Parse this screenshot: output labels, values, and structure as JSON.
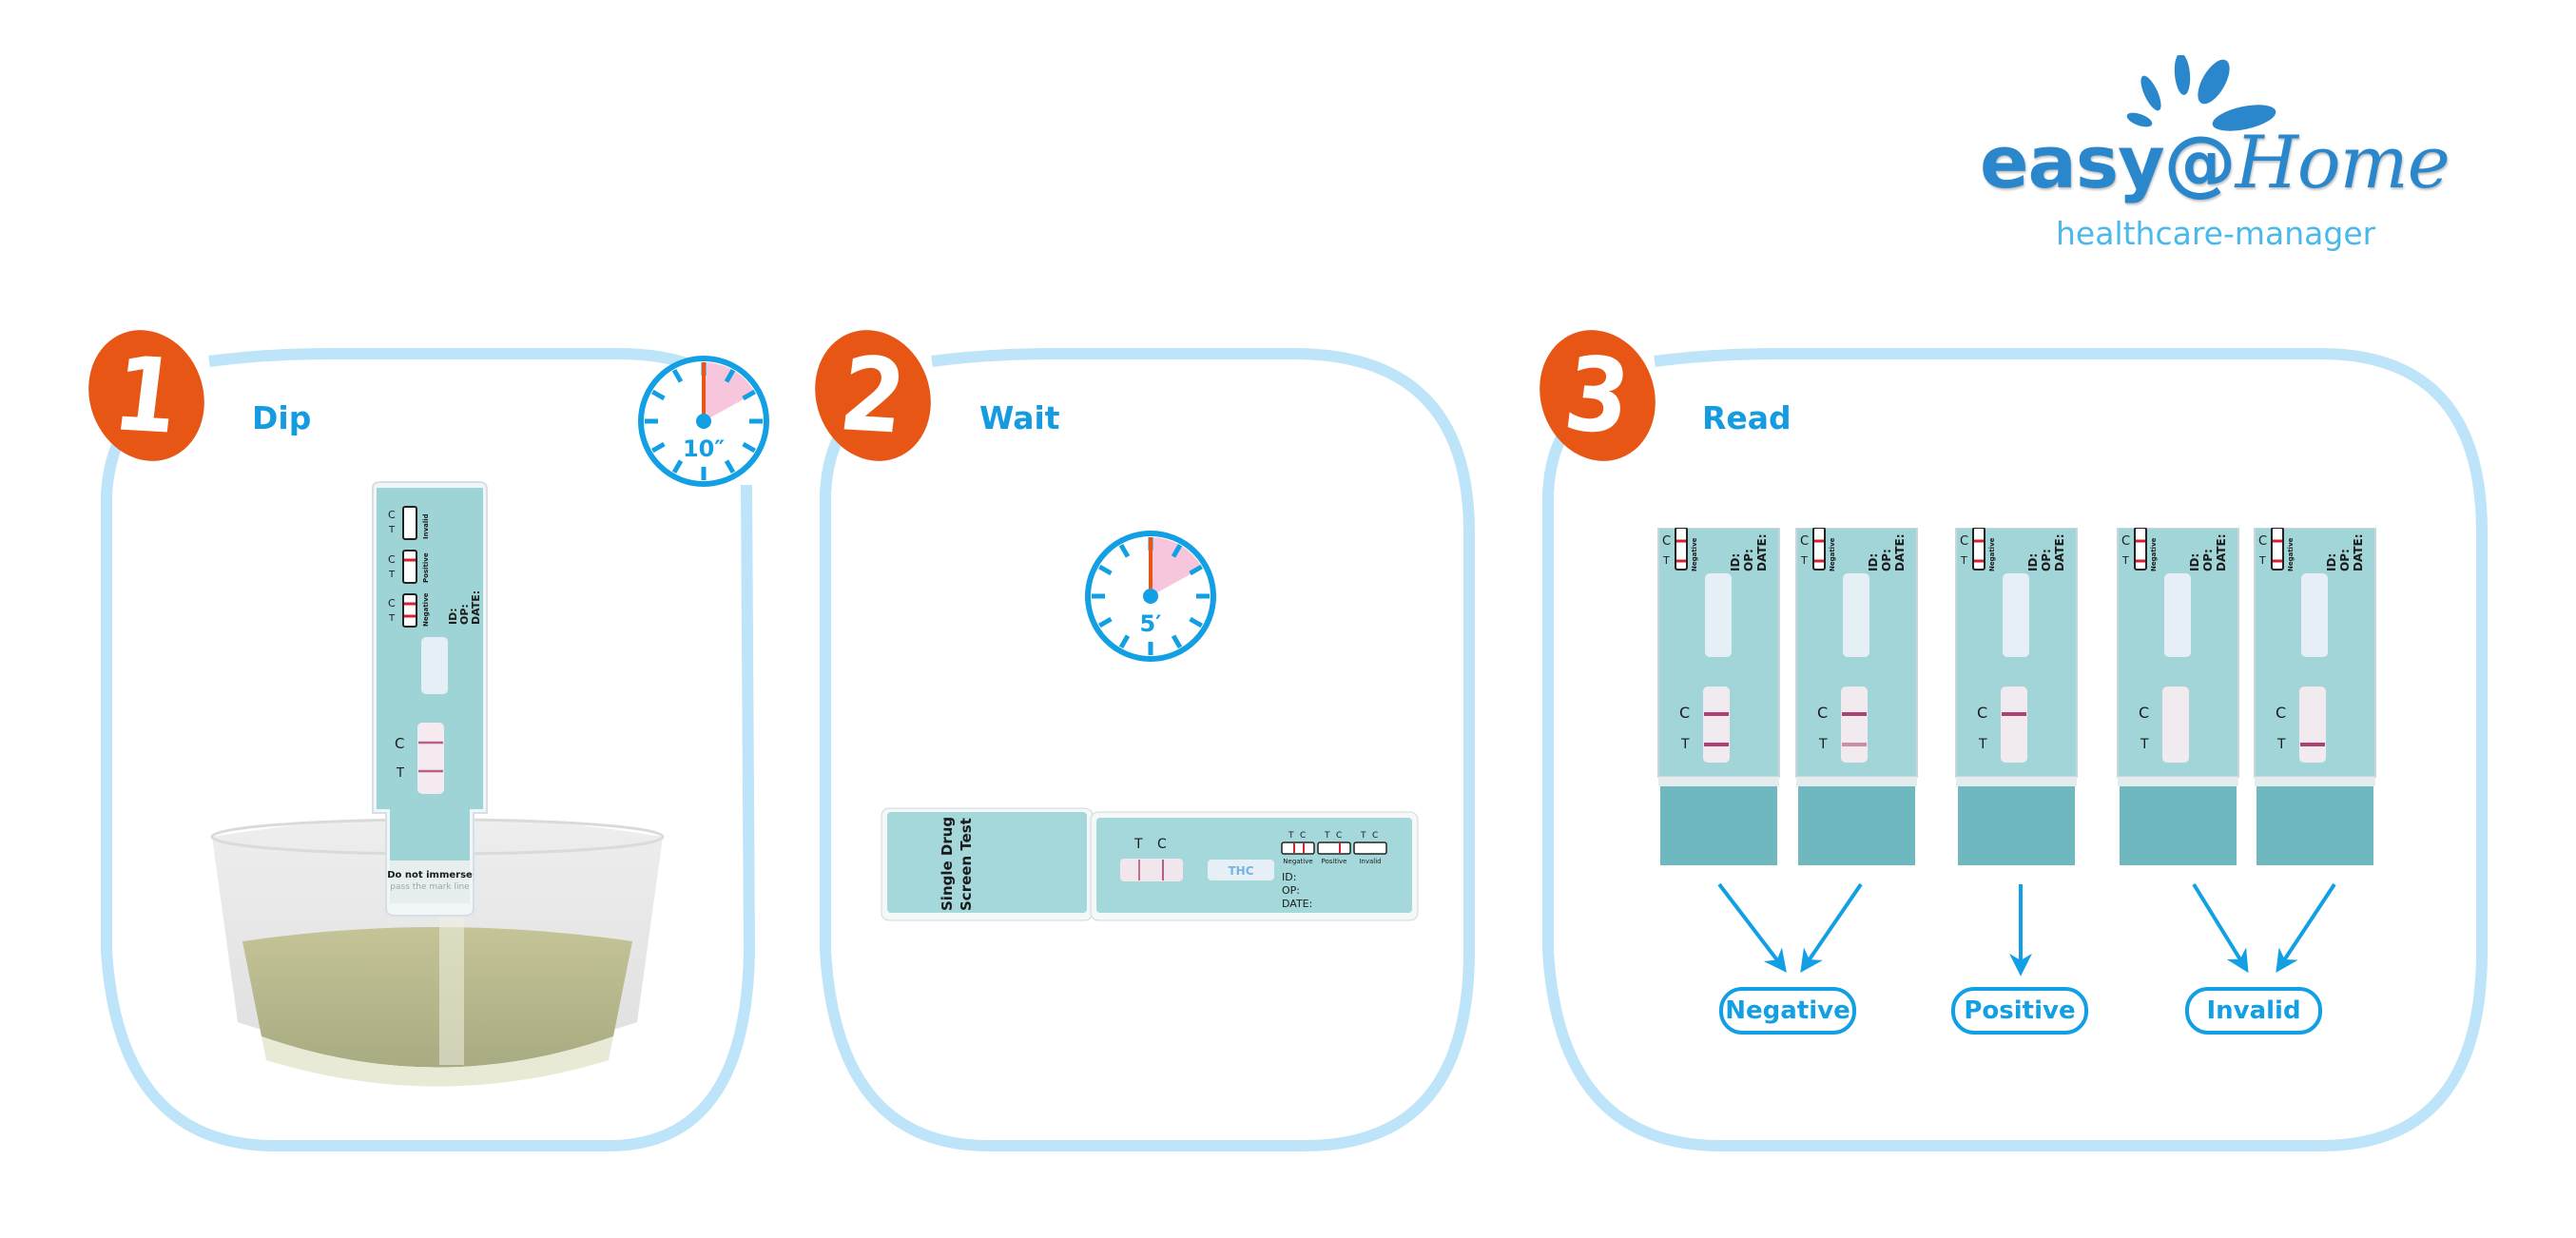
{
  "brand": {
    "logo_easy": "easy@",
    "logo_home": "Home",
    "tagline": "healthcare-manager",
    "colors": {
      "logo_blue": "#2b87cc",
      "tagline_blue": "#4ab8e8",
      "step_orange": "#e85615",
      "title_blue": "#159bdf",
      "box_outline": "#bde4f8",
      "timer_blue": "#129fe3",
      "timer_hand": "#e85615",
      "timer_wedge": "#f7c6dc",
      "strip_teal": "#9fd4d6",
      "result_line": "#a0255e"
    }
  },
  "steps": [
    {
      "number": "1",
      "title": "Dip",
      "timer": {
        "label": "10″",
        "elapsed_fraction": 0.17
      },
      "strip": {
        "legend": [
          {
            "label": "Invalid",
            "marks": [
              "C",
              "T"
            ]
          },
          {
            "label": "Positive",
            "marks": [
              "C",
              "T"
            ]
          },
          {
            "label": "Negative",
            "marks": [
              "C",
              "T"
            ]
          }
        ],
        "fields": [
          "ID:",
          "OP:",
          "DATE:"
        ],
        "window_marks": [
          "C",
          "T"
        ],
        "warning": "Do not immerse",
        "warning_line2": "pass the mark line"
      }
    },
    {
      "number": "2",
      "title": "Wait",
      "timer": {
        "label": "5′",
        "elapsed_fraction": 0.17
      },
      "device": {
        "cap_text_line1": "Single Drug",
        "cap_text_line2": "Screen Test",
        "window_marks": [
          "T",
          "C"
        ],
        "drug_label": "THC",
        "legend": [
          {
            "label": "Negative",
            "marks": [
              "T",
              "C"
            ]
          },
          {
            "label": "Positive",
            "marks": [
              "T",
              "C"
            ]
          },
          {
            "label": "Invalid",
            "marks": [
              "T",
              "C"
            ]
          }
        ],
        "fields": [
          "ID:",
          "OP:",
          "DATE:"
        ]
      }
    },
    {
      "number": "3",
      "title": "Read",
      "strips": [
        {
          "result": "Negative",
          "c_line": true,
          "t_line": true,
          "t_intensity": 1.0
        },
        {
          "result": "Negative",
          "c_line": true,
          "t_line": true,
          "t_intensity": 0.55
        },
        {
          "result": "Positive",
          "c_line": true,
          "t_line": false,
          "t_intensity": 0
        },
        {
          "result": "Invalid",
          "c_line": false,
          "t_line": false,
          "t_intensity": 0
        },
        {
          "result": "Invalid",
          "c_line": false,
          "t_line": true,
          "t_intensity": 1.0
        }
      ],
      "strip_header": {
        "legend_label": "Negative",
        "fields": [
          "ID:",
          "OP:",
          "DATE:"
        ],
        "marks": [
          "C",
          "T"
        ]
      },
      "results": [
        "Negative",
        "Positive",
        "Invalid"
      ]
    }
  ]
}
